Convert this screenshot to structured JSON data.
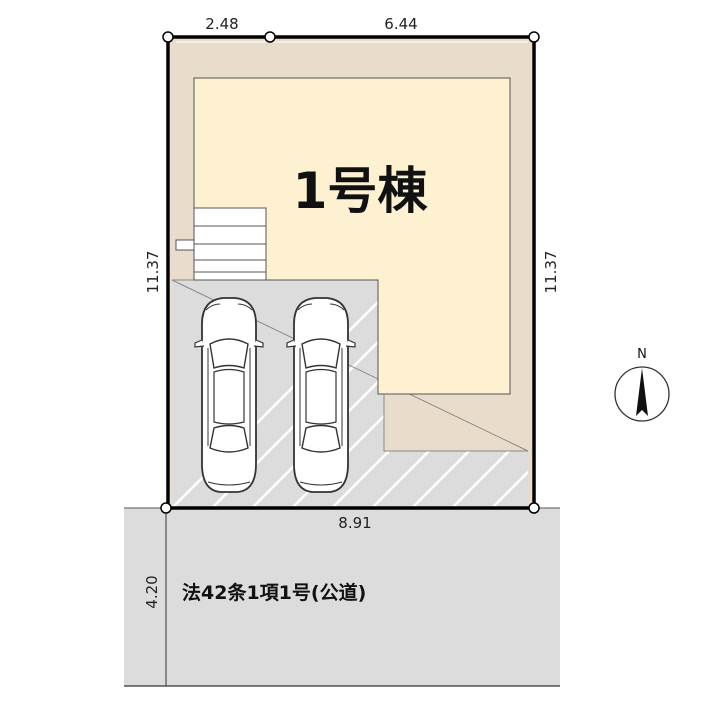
{
  "building": {
    "label": "1号棟"
  },
  "dimensions": {
    "top_left": "2.48",
    "top_right": "6.44",
    "left": "11.37",
    "right": "11.37",
    "bottom": "8.91",
    "road_width": "4.20"
  },
  "road": {
    "label": "法42条1項1号(公道)"
  },
  "compass": {
    "label": "N"
  },
  "colors": {
    "building": "#fdf1d2",
    "setback": "#eadccb",
    "parking": "#dcdcdc",
    "road": "#dcdcdc",
    "boundary": "#000000"
  },
  "parking_spaces": 2
}
